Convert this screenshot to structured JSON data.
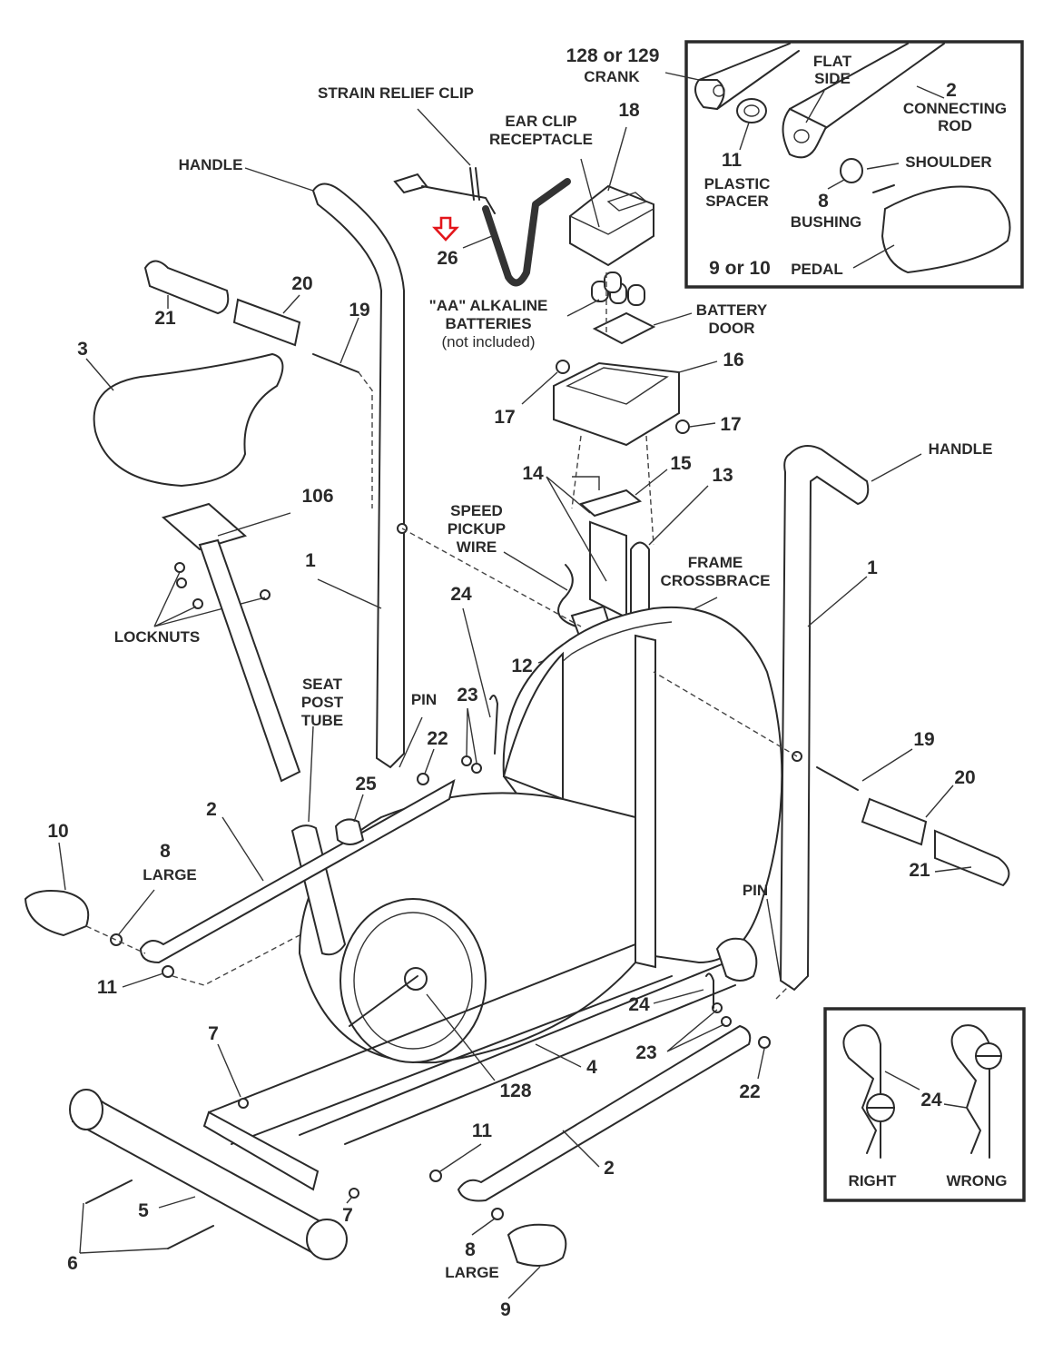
{
  "title": "Exercise Bike Exploded Parts Diagram",
  "highlight": {
    "part": "26",
    "color": "#e3161b",
    "icon": "red-down-arrow"
  },
  "labels": {
    "strain_relief_clip": "STRAIN RELIEF CLIP",
    "ear_clip_receptacle_1": "EAR CLIP",
    "ear_clip_receptacle_2": "RECEPTACLE",
    "handle_left": "HANDLE",
    "handle_right": "HANDLE",
    "batteries_1": "\"AA\" ALKALINE",
    "batteries_2": "BATTERIES",
    "batteries_3": "(not included)",
    "battery_door_1": "BATTERY",
    "battery_door_2": "DOOR",
    "speed_pickup_1": "SPEED",
    "speed_pickup_2": "PICKUP",
    "speed_pickup_3": "WIRE",
    "frame_crossbrace_1": "FRAME",
    "frame_crossbrace_2": "CROSSBRACE",
    "locknuts": "LOCKNUTS",
    "seat_post_1": "SEAT",
    "seat_post_2": "POST",
    "seat_post_3": "TUBE",
    "pin_left": "PIN",
    "pin_right": "PIN",
    "large_left": "LARGE",
    "large_bottom": "LARGE",
    "crank_1": "128 or 129",
    "crank_2": "CRANK"
  },
  "parts": {
    "p1_left": "1",
    "p1_right": "1",
    "p2_left": "2",
    "p2_bottom": "2",
    "p3": "3",
    "p4": "4",
    "p5": "5",
    "p6": "6",
    "p7_top": "7",
    "p7_bottom": "7",
    "p8_left": "8",
    "p8_bottom": "8",
    "p9": "9",
    "p10": "10",
    "p11_left": "11",
    "p11_bottom": "11",
    "p12": "12",
    "p13": "13",
    "p14": "14",
    "p15": "15",
    "p16": "16",
    "p17_left": "17",
    "p17_right": "17",
    "p18": "18",
    "p19_left": "19",
    "p19_right": "19",
    "p20_left": "20",
    "p20_right": "20",
    "p21_left": "21",
    "p21_right": "21",
    "p22_left": "22",
    "p22_right": "22",
    "p23_left": "23",
    "p23_right": "23",
    "p24_left": "24",
    "p24_right": "24",
    "p25": "25",
    "p26": "26",
    "p106": "106",
    "p128": "128"
  },
  "inset_pedal": {
    "flat_side_1": "FLAT",
    "flat_side_2": "SIDE",
    "connecting_rod_num": "2",
    "connecting_rod_1": "CONNECTING",
    "connecting_rod_2": "ROD",
    "spacer_num": "11",
    "spacer_1": "PLASTIC",
    "spacer_2": "SPACER",
    "shoulder": "SHOULDER",
    "bushing_num": "8",
    "bushing": "BUSHING",
    "pedal_num": "9 or 10",
    "pedal": "PEDAL"
  },
  "inset_clip": {
    "part": "24",
    "right": "RIGHT",
    "wrong": "WRONG"
  }
}
